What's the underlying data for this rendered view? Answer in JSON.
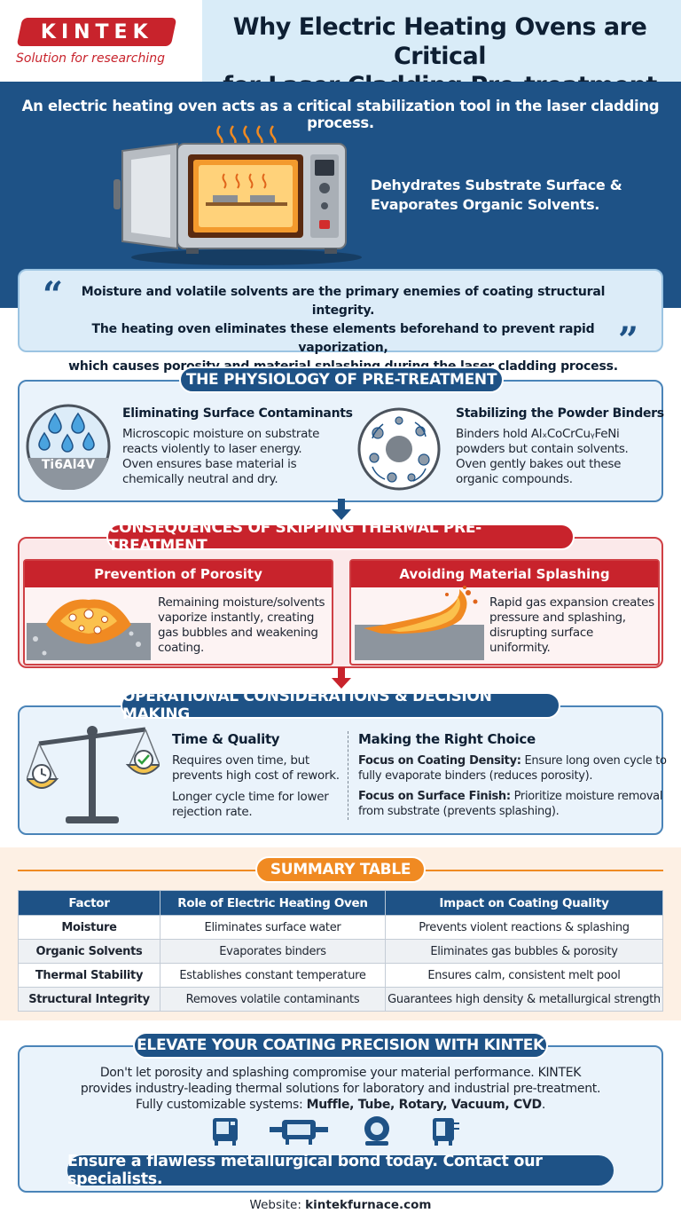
{
  "header": {
    "logo_text": "KINTEK",
    "logo_tagline": "Solution for researching",
    "title_line1": "Why Electric Heating Ovens are Critical",
    "title_line2": "for Laser Cladding Pre-treatment"
  },
  "hero": {
    "lead": "An electric heating oven acts as a critical stabilization tool in the laser cladding process.",
    "caption_line1": "Dehydrates Substrate Surface &",
    "caption_line2": "Evaporates Organic Solvents.",
    "quote_line1": "Moisture and volatile solvents are the primary enemies of coating structural integrity.",
    "quote_line2": "The heating oven eliminates these elements beforehand to prevent rapid vaporization,",
    "quote_line3": "which causes porosity and material splashing during the laser cladding process."
  },
  "physiology": {
    "heading": "THE PHYSIOLOGY OF PRE-TREATMENT",
    "left": {
      "badge": "Ti6Al4V",
      "title": "Eliminating Surface Contaminants",
      "lines": [
        "Microscopic moisture on substrate",
        "reacts violently to laser energy.",
        "Oven ensures base material is",
        "chemically neutral and dry."
      ]
    },
    "right": {
      "title": "Stabilizing the Powder Binders",
      "lines": [
        "Binders hold AlₓCoCrCuᵧFeNi",
        "powders but contain solvents.",
        "Oven gently bakes out these",
        "organic compounds."
      ]
    }
  },
  "consequences": {
    "heading": "CONSEQUENCES OF SKIPPING THERMAL PRE-TREATMENT",
    "left": {
      "title": "Prevention of Porosity",
      "lines": [
        "Remaining moisture/solvents",
        "vaporize instantly, creating",
        "gas bubbles and weakening",
        "coating."
      ]
    },
    "right": {
      "title": "Avoiding Material Splashing",
      "lines": [
        "Rapid gas expansion creates",
        "pressure and splashing,",
        "disrupting surface",
        "uniformity."
      ]
    }
  },
  "operational": {
    "heading": "OPERATIONAL CONSIDERATIONS & DECISION MAKING",
    "left": {
      "title": "Time & Quality",
      "lines": [
        "Requires oven time, but",
        "prevents high cost of rework.",
        "Longer cycle time for lower",
        "rejection rate."
      ]
    },
    "right": {
      "title": "Making the Right Choice",
      "p1_bold": "Focus on Coating Density:",
      "p1_rest": " Ensure long oven cycle to",
      "p1_line2": "fully evaporate binders (reduces porosity).",
      "p2_bold": "Focus on Surface Finish:",
      "p2_rest": " Prioritize moisture removal",
      "p2_line2": "from substrate (prevents splashing)."
    }
  },
  "summary": {
    "heading": "SUMMARY TABLE",
    "columns": [
      "Factor",
      "Role of Electric Heating Oven",
      "Impact on Coating Quality"
    ],
    "rows": [
      [
        "Moisture",
        "Eliminates surface water",
        "Prevents violent reactions & splashing"
      ],
      [
        "Organic Solvents",
        "Evaporates binders",
        "Eliminates gas bubbles & porosity"
      ],
      [
        "Thermal Stability",
        "Establishes constant temperature",
        "Ensures calm, consistent melt pool"
      ],
      [
        "Structural Integrity",
        "Removes volatile contaminants",
        "Guarantees high density & metallurgical strength"
      ]
    ]
  },
  "cta": {
    "heading": "ELEVATE YOUR COATING PRECISION WITH KINTEK",
    "line1": "Don't let porosity and splashing compromise your material performance. KINTEK",
    "line2": "provides industry-leading thermal solutions for laboratory and industrial pre-treatment.",
    "line3_prefix": "Fully customizable systems: ",
    "line3_bold": "Muffle, Tube, Rotary, Vacuum, CVD",
    "line3_suffix": ".",
    "button": "Ensure a flawless metallurgical bond today. Contact our specialists.",
    "website_label": "Website: ",
    "website_url": "kintekfurnace.com"
  },
  "colors": {
    "brand_red": "#c8232c",
    "brand_blue": "#1e5286",
    "accent_orange": "#f08a22"
  },
  "icons": [
    "oven-icon",
    "water-drops-icon",
    "powder-particles-icon",
    "porosity-icon",
    "splash-icon",
    "balance-scale-icon",
    "muffle-furnace-icon",
    "tube-furnace-icon",
    "rotary-furnace-icon",
    "vacuum-furnace-icon"
  ]
}
